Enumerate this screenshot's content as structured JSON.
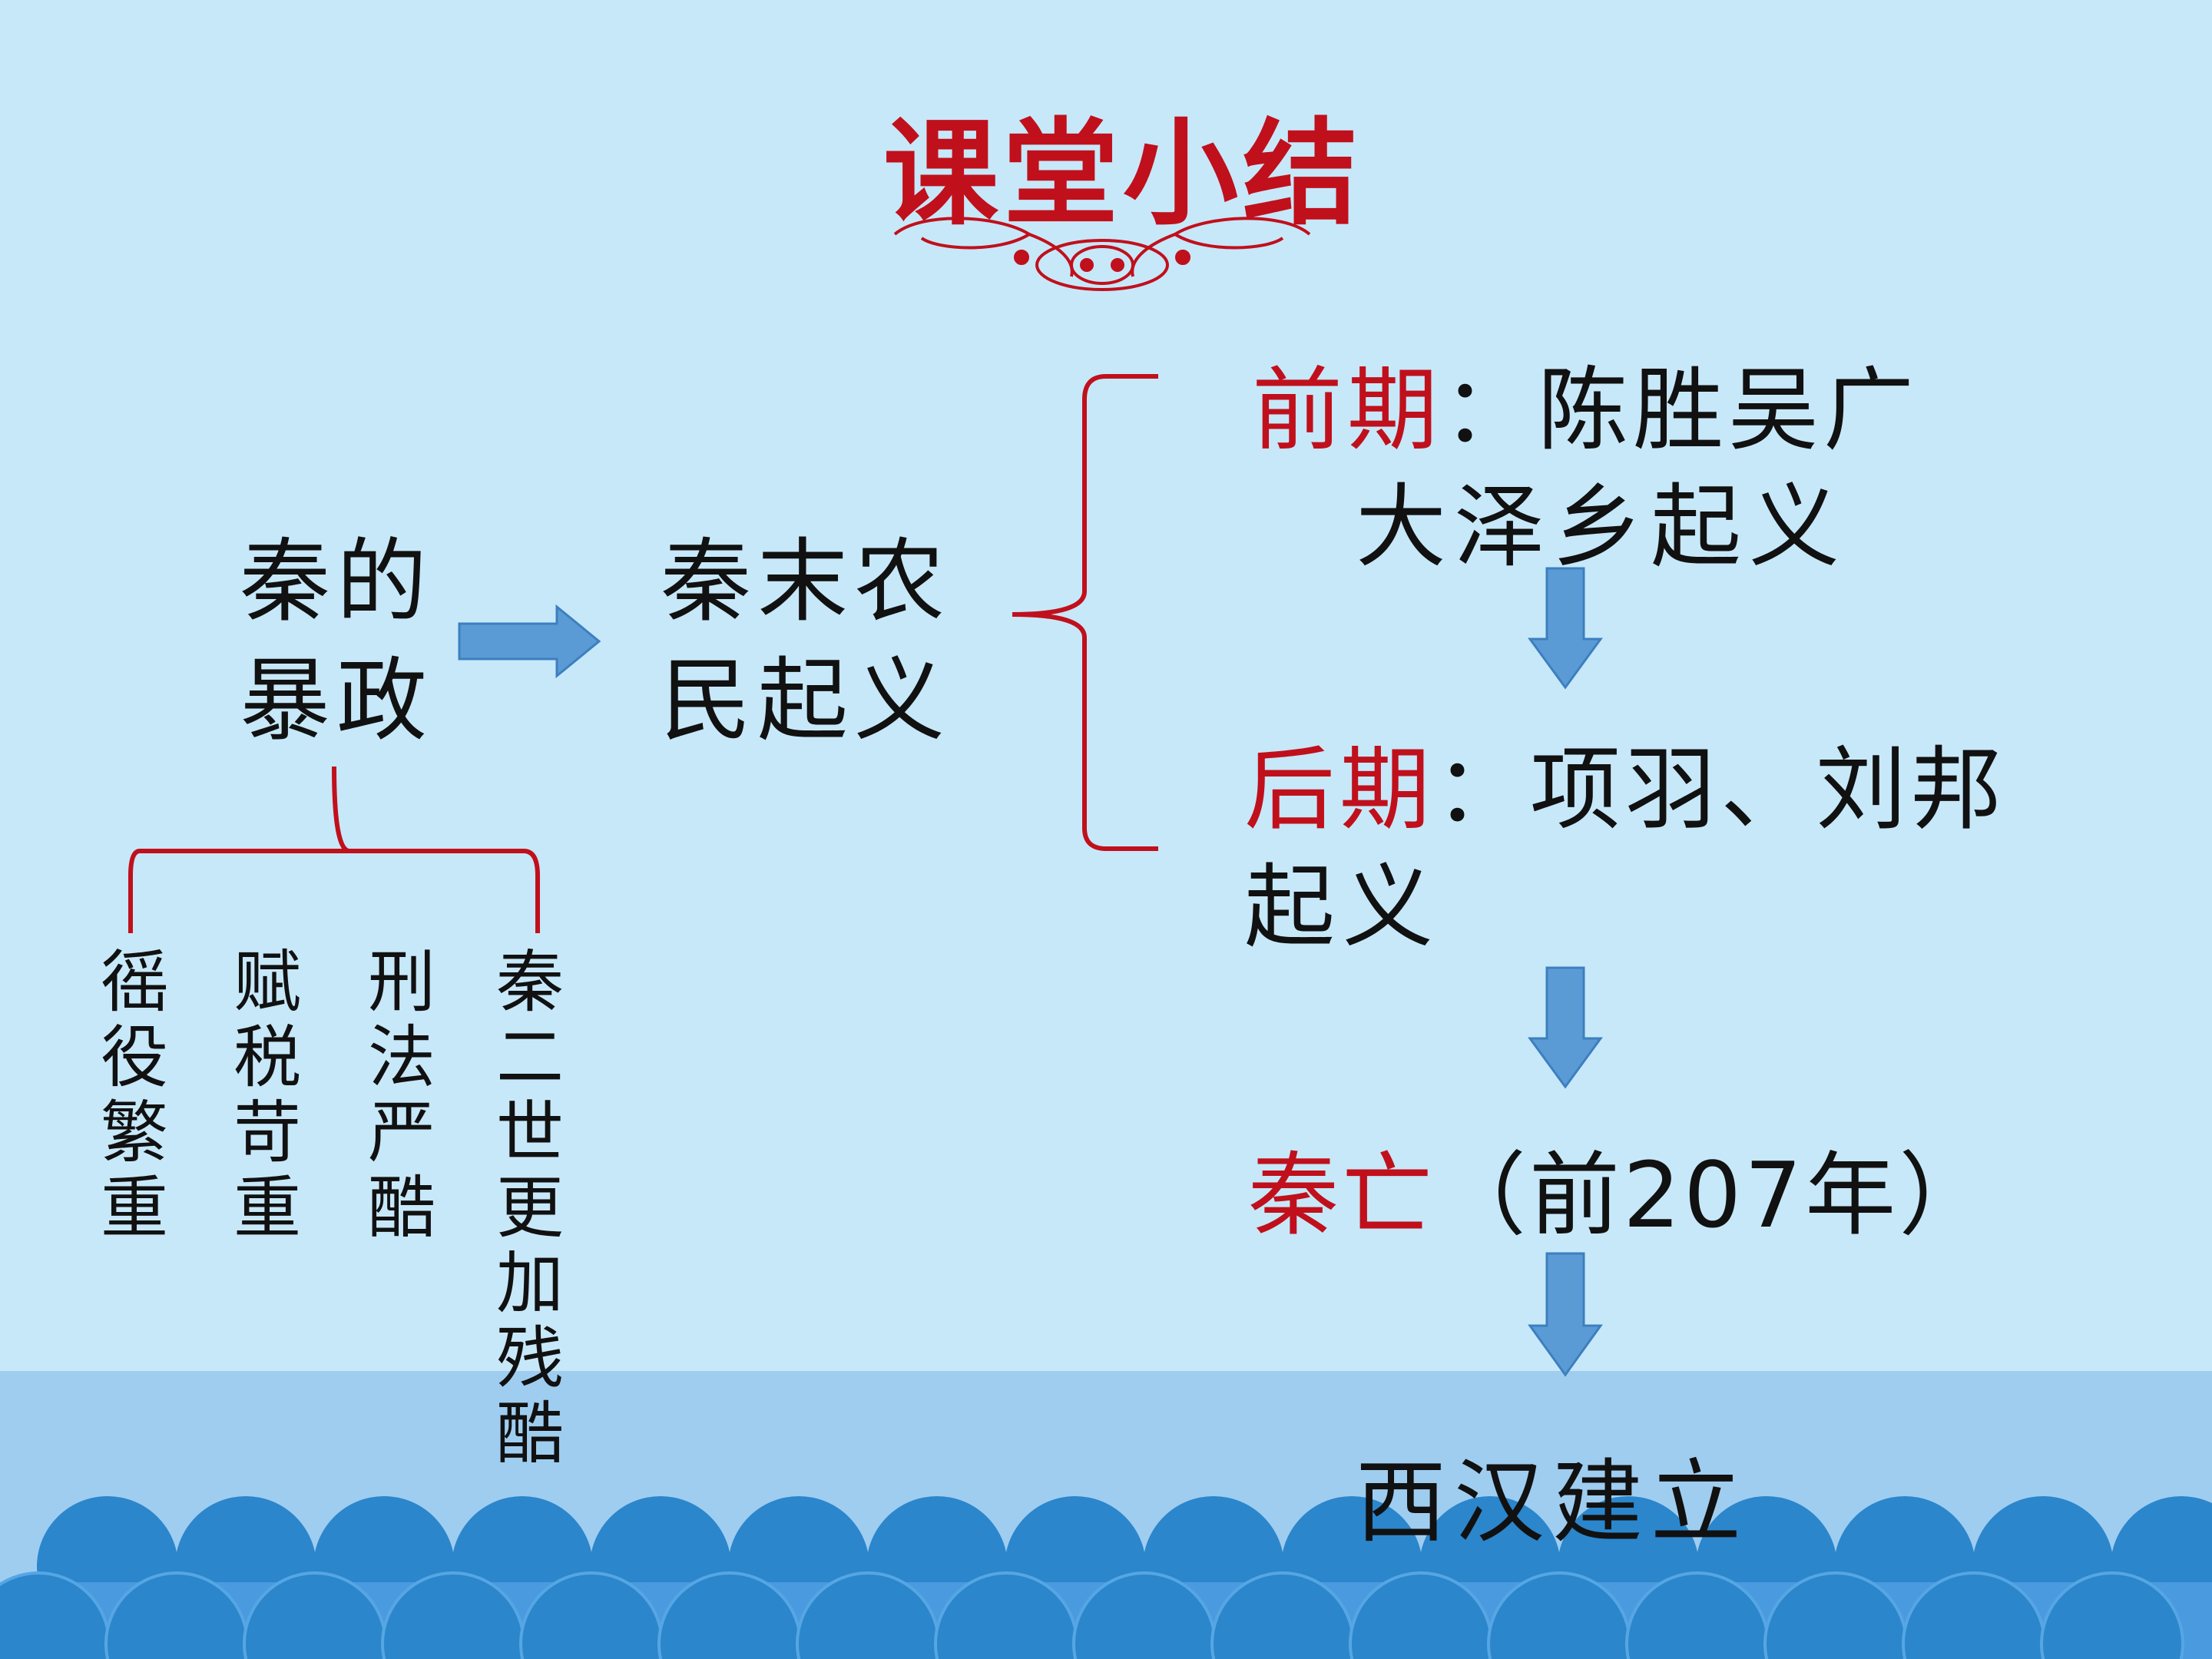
{
  "title": "课堂小结",
  "cause": {
    "line1": "秦的",
    "line2": "暴政"
  },
  "event": {
    "line1": "秦末农",
    "line2": "民起义"
  },
  "policies": [
    "徭役繁重",
    "赋税苛重",
    "刑法严酷",
    "秦二世更加残酷"
  ],
  "early": {
    "label": "前期",
    "sep": "：",
    "text1": "陈胜吴广",
    "text2": "大泽乡起义"
  },
  "late": {
    "label": "后期",
    "sep": "：",
    "text1": "项羽、刘邦",
    "text2": "起义"
  },
  "fall": {
    "label": "秦亡",
    "text": "（前207年）"
  },
  "result": "西汉建立",
  "colors": {
    "background": "#c7e8f9",
    "accent": "#c0101c",
    "arrow": "#5b9bd5",
    "wave": "#2b86cc"
  }
}
